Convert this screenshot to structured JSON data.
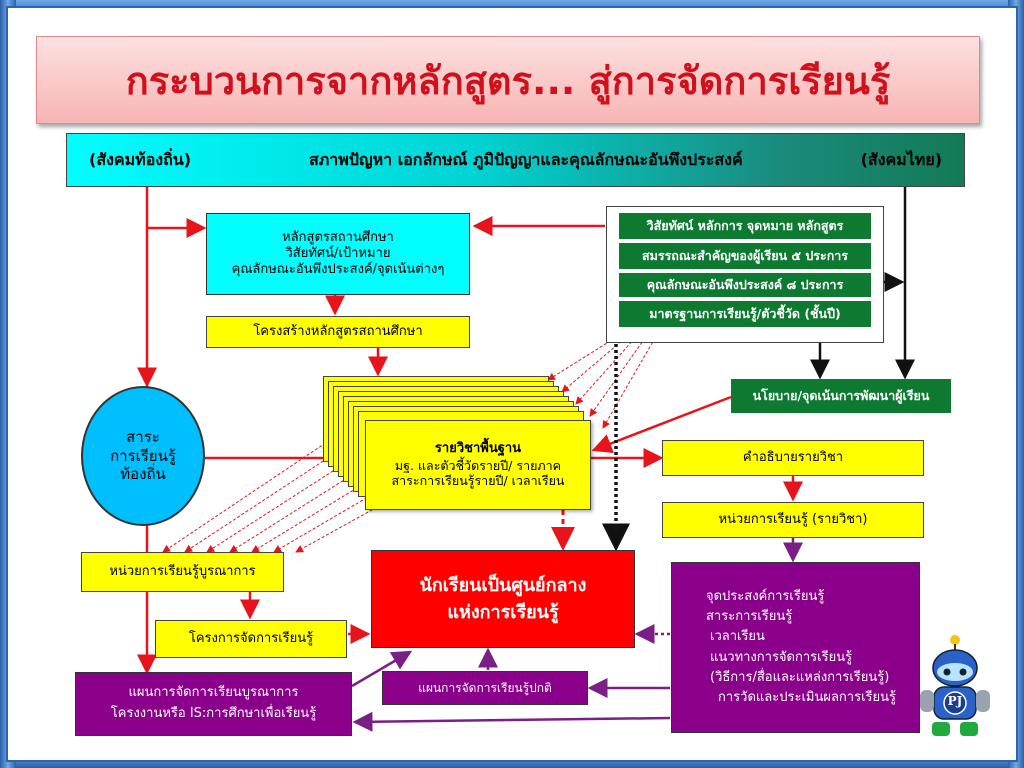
{
  "title": "กระบวนการจากหลักสูตร... สู่การจัดการเรียนรู้",
  "top_band": {
    "left": "(สังคมท้องถิ่น)",
    "center": "สภาพปัญหา เอกลักษณ์ ภูมิปัญญาและคุณลักษณะอันพึงประสงค์",
    "right": "(สังคมไทย)"
  },
  "school_curriculum": {
    "line1": "หลักสูตรสถานศึกษา",
    "line2": "วิสัยทัศน์/เป้าหมาย",
    "line3": "คุณลักษณะอันพึงประสงค์/จุดเน้นต่างๆ"
  },
  "curriculum_structure": "โครงสร้างหลักสูตรสถานศึกษา",
  "core_items": [
    "วิสัยทัศน์ หลักการ จุดหมาย หลักสูตร",
    "สมรรถณะสำคัญของผู้เรียน ๕ ประการ",
    "คุณลักษณะอันพึงประสงค์ ๘ ประการ",
    "มาตรฐานการเรียนรู้/ตัวชี้วัด (ชั้นปี)"
  ],
  "local_content": {
    "line1": "สาระ",
    "line2": "การเรียนรู้",
    "line3": "ท้องถิ่น"
  },
  "basic_subject": {
    "line1": "รายวิชาพื้นฐาน",
    "line2": "มฐ. และตัวชี้วัดรายปี/ รายภาค",
    "line3": "สาระการเรียนรู้รายปี/ เวลาเรียน"
  },
  "policy": "นโยบาย/จุดเน้นการพัฒนาผู้เรียน",
  "course_description": "คำอธิบายรายวิชา",
  "learning_unit": "หน่วยการเรียนรู้ (รายวิชา)",
  "integrated_unit": "หน่วยการเรียนรู้บูรณาการ",
  "learning_project": "โครงการจัดการเรียนรู้",
  "center": {
    "line1": "นักเรียนเป็นศูนย์กลาง",
    "line2": "แห่งการเรียนรู้"
  },
  "plan_items": [
    "จุดประสงค์การเรียนรู้",
    "สาระการเรียนรู้",
    "เวลาเรียน",
    "แนวทางการจัดการเรียนรู้",
    "(วิธีการ/สื่อและแหล่งการเรียนรู้)",
    "การวัดและประเมินผลการเรียนรู้"
  ],
  "normal_plan": "แผนการจัดการเรียนรู้ปกติ",
  "integrated_plan": {
    "line1": "แผนการจัดการเรียนบูรณาการ",
    "line2": "โครงงานหรือ IS:การศึกษาเพื่อเรียนรู้"
  },
  "mascot_badge": "PJ",
  "colors": {
    "title": "#d0101a",
    "cyan": "#00ffff",
    "yellow": "#ffff00",
    "green": "#0e7a31",
    "red": "#ff0000",
    "purple": "#8b008b",
    "arrow_red": "#e8141c"
  }
}
